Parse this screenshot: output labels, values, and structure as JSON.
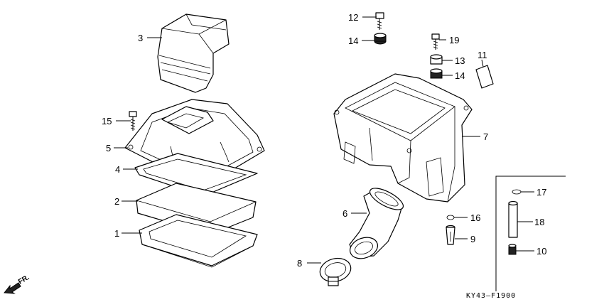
{
  "callouts": {
    "c1": "1",
    "c2": "2",
    "c3": "3",
    "c4": "4",
    "c5": "5",
    "c6": "6",
    "c7": "7",
    "c8": "8",
    "c9": "9",
    "c10": "10",
    "c11": "11",
    "c12": "12",
    "c13": "13",
    "c14a": "14",
    "c14b": "14",
    "c15": "15",
    "c16": "16",
    "c17": "17",
    "c18": "18",
    "c19": "19"
  },
  "front_indicator": "FR.",
  "figure_code": "KY43–F1900",
  "icons": [
    "front-arrow-icon",
    "stipple-foam-pattern"
  ]
}
